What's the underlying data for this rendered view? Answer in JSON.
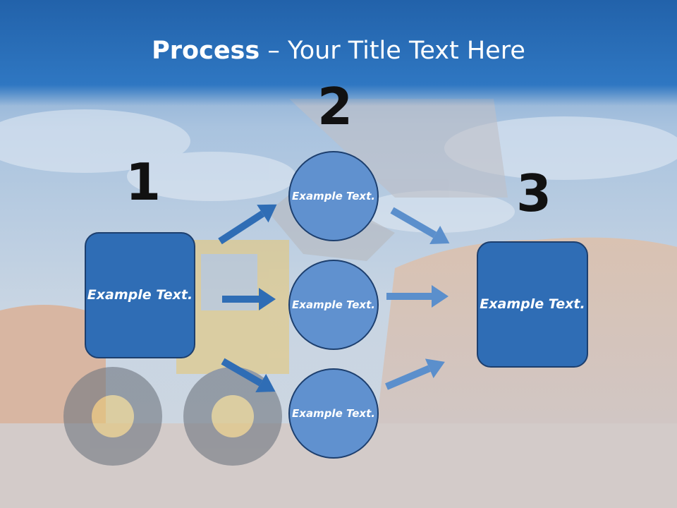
{
  "title": {
    "bold": "Process",
    "rest": " – Your Title Text Here"
  },
  "steps": [
    {
      "number": "1"
    },
    {
      "number": "2"
    },
    {
      "number": "3"
    }
  ],
  "nodes": {
    "start": "Example Text.",
    "circle_top": "Example Text.",
    "circle_middle": "Example Text.",
    "circle_bottom": "Example Text.",
    "end": "Example Text."
  },
  "colors": {
    "title_bar": "#2a6db5",
    "box_fill": "#2f6db5",
    "circle_fill": "#6091cf",
    "outline": "#1d3f6e",
    "arrow_left": "#2f6db5",
    "arrow_right": "#5b8fcc"
  }
}
